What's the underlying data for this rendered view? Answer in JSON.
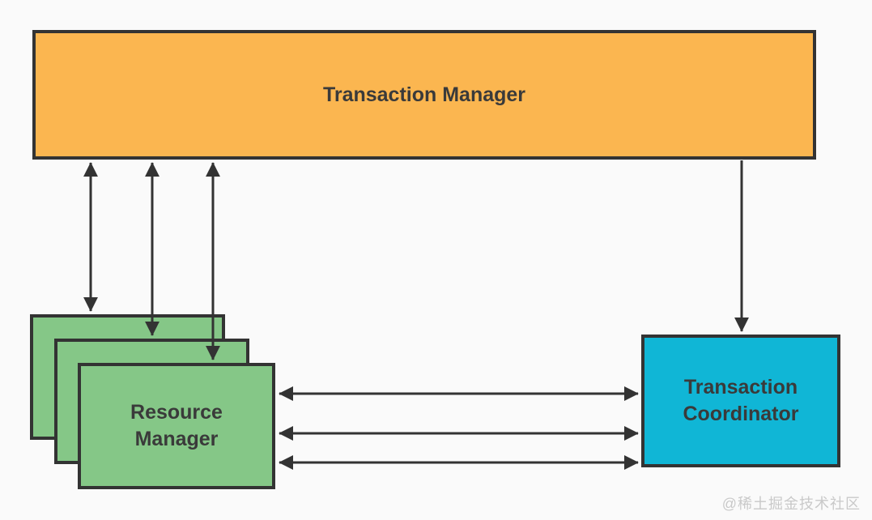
{
  "diagram": {
    "type": "architecture-diagram",
    "background_color": "#fafafa",
    "border_color": "#333333",
    "arrow_color": "#333333",
    "text_color": "#3a3a3a",
    "nodes": {
      "transaction_manager": {
        "label": "Transaction Manager",
        "fill": "#fbb650"
      },
      "resource_manager": {
        "label": "Resource Manager",
        "fill": "#85c787",
        "stacked_copies": 3
      },
      "transaction_coordinator": {
        "label": "Transaction Coordinator",
        "fill": "#10b6d6"
      }
    },
    "edges": [
      {
        "from": "transaction_manager",
        "to": "resource_manager",
        "style": "bidirectional",
        "count": 3
      },
      {
        "from": "transaction_manager",
        "to": "transaction_coordinator",
        "style": "one-way-down",
        "count": 1
      },
      {
        "from": "resource_manager",
        "to": "transaction_coordinator",
        "style": "bidirectional",
        "count": 3
      }
    ],
    "watermark": {
      "text": "@稀土掘金技术社区",
      "color": "#c9c9c9"
    }
  }
}
